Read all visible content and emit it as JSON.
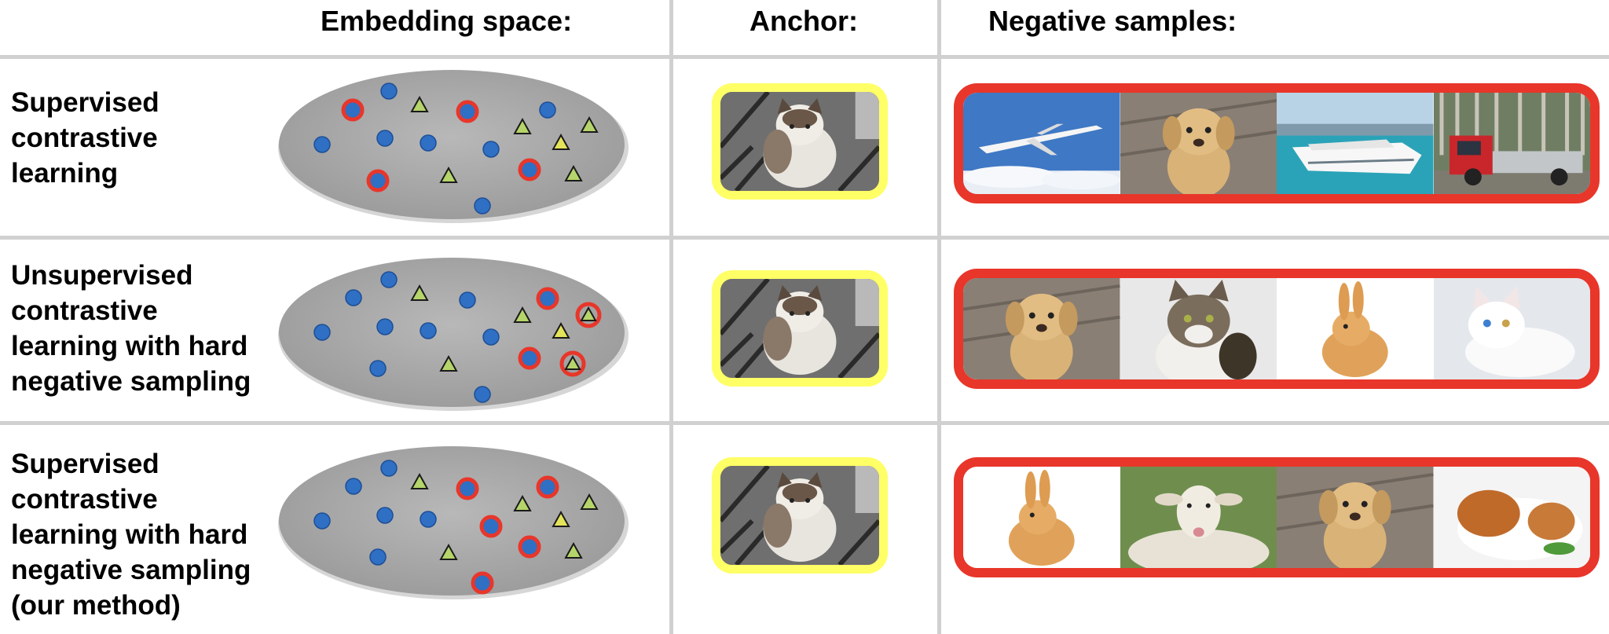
{
  "headers": {
    "embedding": "Embedding space:",
    "anchor": "Anchor:",
    "negatives": "Negative samples:"
  },
  "rows": [
    {
      "label": "Supervised\ncontrastive\nlearning",
      "negatives": [
        "airplane",
        "puppy",
        "cruise-ship",
        "red-truck"
      ]
    },
    {
      "label": "Unsupervised\ncontrastive\nlearning with hard\nnegative sampling",
      "negatives": [
        "puppy",
        "tabby-cat",
        "rabbit",
        "white-cat"
      ]
    },
    {
      "label": "Supervised\ncontrastive\nlearning with hard\nnegative sampling\n(our method)",
      "negatives": [
        "rabbit",
        "sheep",
        "puppy",
        "guinea-pig"
      ]
    }
  ],
  "colors": {
    "anchor_border": "#ffff66",
    "negative_border": "#e8362a",
    "circle_fill": "#2f6fc4",
    "triangle_fill": "#b5d46a",
    "highlight_ring": "#e8362a",
    "embedding_fill": "#a8a8a8"
  }
}
